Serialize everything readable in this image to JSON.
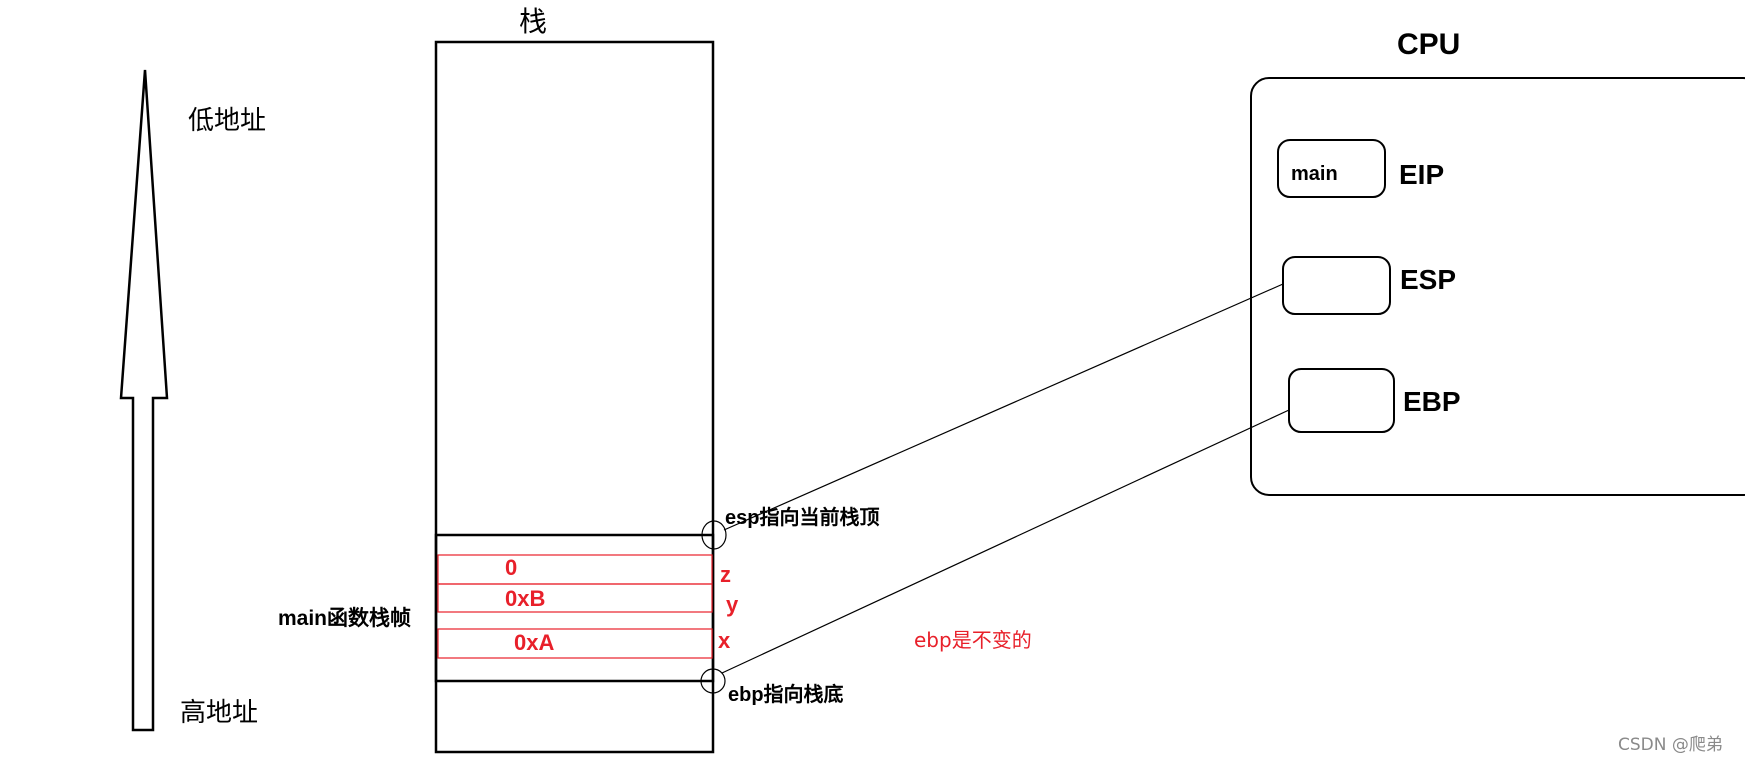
{
  "stack": {
    "title": "栈",
    "frame_label": "main函数栈帧",
    "cells": [
      {
        "value": "0",
        "var": "z"
      },
      {
        "value": "0xB",
        "var": "y"
      },
      {
        "value": "0xA",
        "var": "x"
      }
    ],
    "esp_note": "esp指向当前栈顶",
    "ebp_note": "ebp指向栈底",
    "ebp_const_note": "ebp是不变的"
  },
  "address_arrow": {
    "low_label": "低地址",
    "high_label": "高地址"
  },
  "cpu": {
    "title": "CPU",
    "registers": [
      {
        "name": "EIP",
        "value": "main"
      },
      {
        "name": "ESP",
        "value": ""
      },
      {
        "name": "EBP",
        "value": ""
      }
    ]
  },
  "watermark": "CSDN @爬弟",
  "colors": {
    "stroke": "#000000",
    "accent_red": "#e8202a",
    "watermark": "#8a8a8a"
  }
}
